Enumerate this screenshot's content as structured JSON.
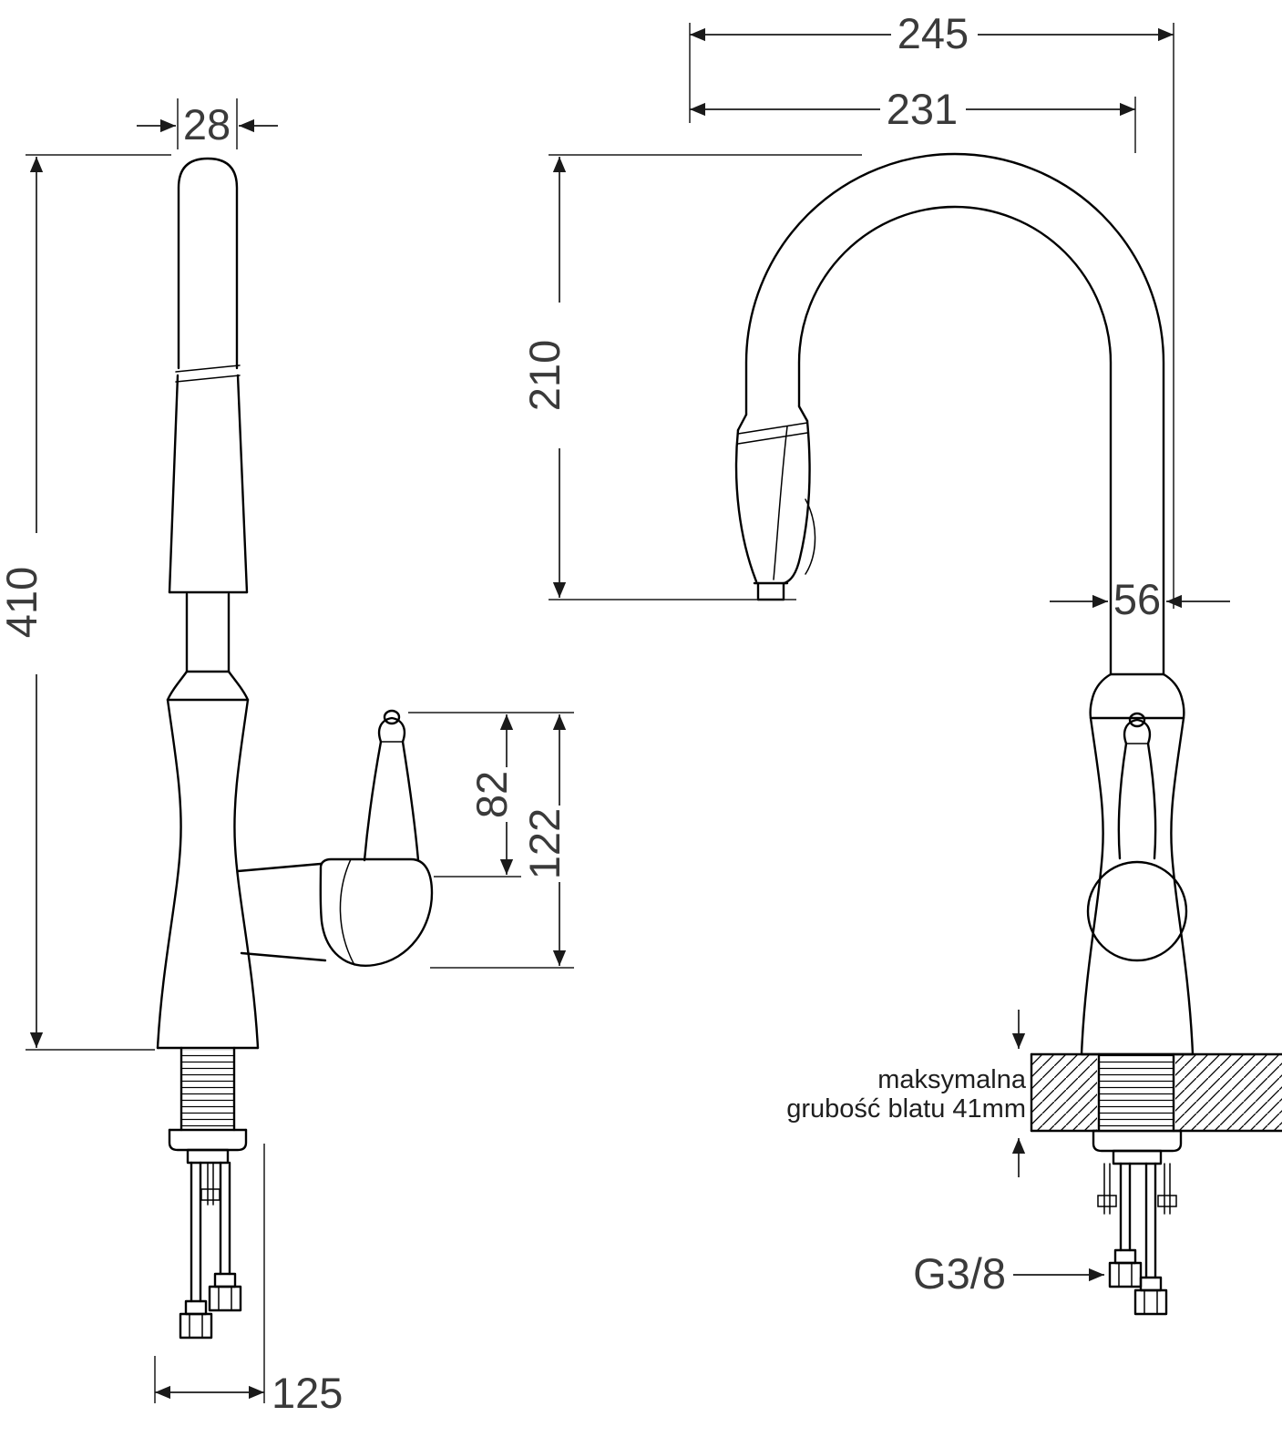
{
  "dimensions": {
    "spout_width": "28",
    "total_height": "410",
    "overall_width": "245",
    "spout_reach": "231",
    "spout_drop": "210",
    "upper_body_width": "56",
    "handle_height": "82",
    "handle_overall_height": "122",
    "base_width": "125",
    "connection_thread": "G3/8"
  },
  "note": {
    "line1": "maksymalna",
    "line2": "grubość blatu 41mm"
  },
  "colors": {
    "line": "#000000",
    "dimension_text": "#3a3a3a",
    "background": "#ffffff"
  }
}
